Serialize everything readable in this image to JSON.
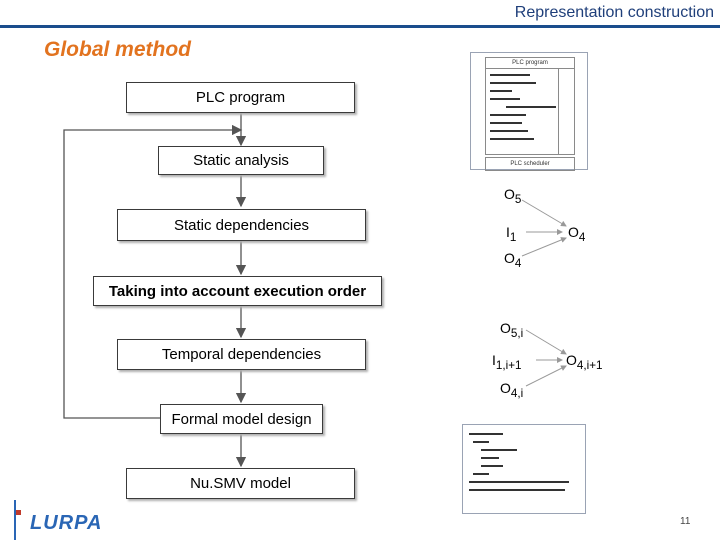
{
  "header": {
    "title": "Representation construction"
  },
  "main_title": "Global method",
  "flow": {
    "plc_program": "PLC program",
    "static_analysis": "Static analysis",
    "static_dependencies": "Static dependencies",
    "execution_order": "Taking into account execution order",
    "temporal_dependencies": "Temporal dependencies",
    "formal_model_design": "Formal model design",
    "nusmv_model": "Nu.SMV model"
  },
  "plc_inset": {
    "title": "PLC program",
    "scheduler": "PLC scheduler"
  },
  "static_graph": {
    "o5": "O5",
    "i1": "I1",
    "o4_right": "O4",
    "o4_bottom": "O4"
  },
  "temporal_graph": {
    "o5i": "O5,i",
    "i1i1": "I1,i+1",
    "o4i1": "O4,i+1",
    "o4i": "O4,i"
  },
  "footer": {
    "page_number": "11",
    "logo": "LURPA"
  },
  "colors": {
    "accent": "#e2731f",
    "header_blue": "#1a4d8c",
    "arrow": "#555555"
  }
}
